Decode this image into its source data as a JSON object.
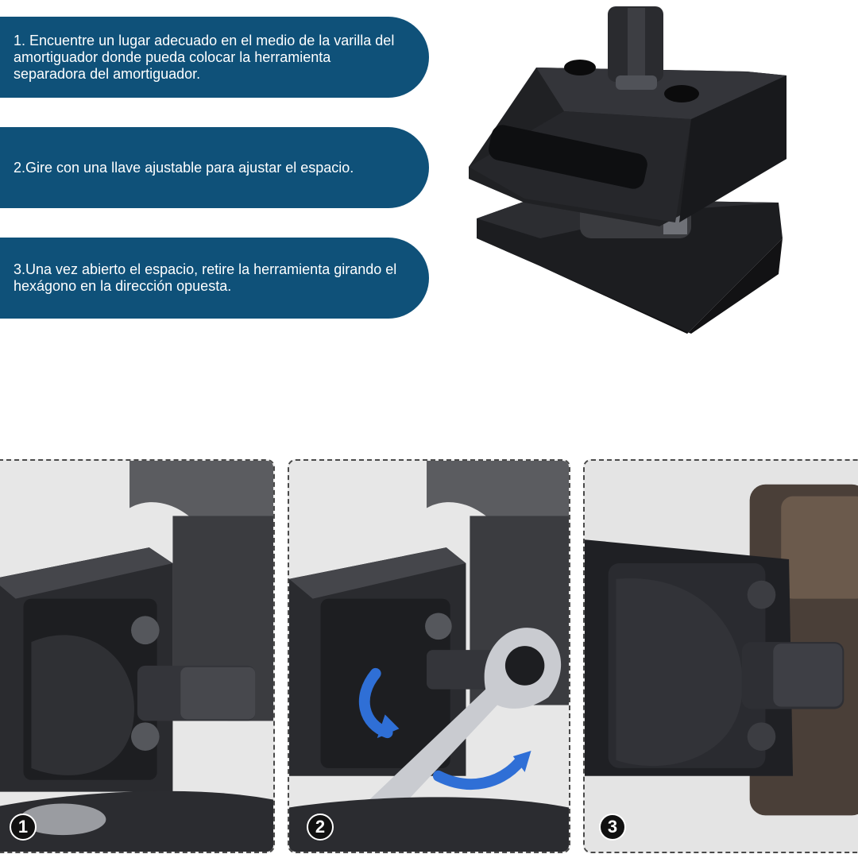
{
  "steps": [
    {
      "text": "1. Encuentre un lugar adecuado en el medio de la varilla del amortiguador donde pueda colocar la herramienta separadora del amortiguador."
    },
    {
      "text": "2.Gire con una llave ajustable para ajustar el espacio."
    },
    {
      "text": "3.Una vez abierto el espacio, retire la herramienta girando el hexágono en la dirección opuesta."
    }
  ],
  "panels": [
    {
      "badge": "1"
    },
    {
      "badge": "2"
    },
    {
      "badge": "3"
    }
  ],
  "colors": {
    "pill": "#0f5179",
    "pill_text": "#ffffff",
    "tool": "#1e1f22",
    "arrow": "#2f6fd6"
  }
}
